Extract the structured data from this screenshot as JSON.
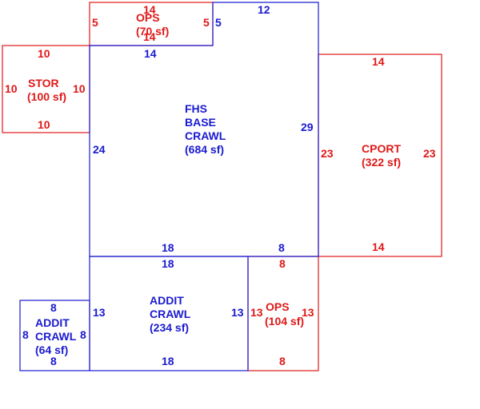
{
  "colors": {
    "living": "#1a1ad0",
    "other": "#e01818"
  },
  "areas": {
    "ops_top": {
      "label_1": "OPS",
      "label_2": "(70 sf)",
      "dim_top": "14",
      "dim_bottom": "14",
      "dim_left": "5",
      "dim_right": "5"
    },
    "stor": {
      "label_1": "STOR",
      "label_2": "(100 sf)",
      "dim_top": "10",
      "dim_bottom": "10",
      "dim_left": "10",
      "dim_right": "10"
    },
    "fhs": {
      "label_1": "FHS",
      "label_2": "BASE",
      "label_3": "CRAWL",
      "label_4": "(684 sf)",
      "dim_top_a": "14",
      "dim_top_b": "12",
      "dim_right_a": "5",
      "dim_right_b": "29",
      "dim_left": "24",
      "dim_bottom_a": "18",
      "dim_bottom_b": "8"
    },
    "cport": {
      "label_1": "CPORT",
      "label_2": "(322 sf)",
      "dim_top": "14",
      "dim_bottom": "14",
      "dim_left": "23",
      "dim_right": "23"
    },
    "addit_main": {
      "label_1": "ADDIT",
      "label_2": "CRAWL",
      "label_3": "(234 sf)",
      "dim_top": "18",
      "dim_bottom": "18",
      "dim_left": "13",
      "dim_right": "13"
    },
    "ops_bottom": {
      "label_1": "OPS",
      "label_2": "(104 sf)",
      "dim_top": "8",
      "dim_bottom": "8",
      "dim_left": "13",
      "dim_right": "13"
    },
    "addit_small": {
      "label_1": "ADDIT",
      "label_2": "CRAWL",
      "label_3": "(64 sf)",
      "dim_top": "8",
      "dim_bottom": "8",
      "dim_left": "8",
      "dim_right": "8"
    }
  }
}
